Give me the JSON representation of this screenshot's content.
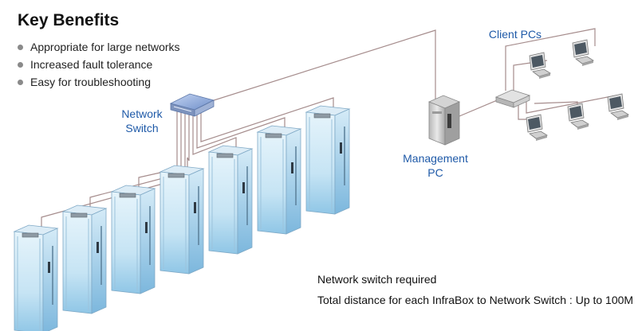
{
  "header": {
    "title": "Key Benefits",
    "benefits": [
      "Appropriate for large networks",
      "Increased fault tolerance",
      "Easy for troubleshooting"
    ]
  },
  "labels": {
    "network_switch_line1": "Network",
    "network_switch_line2": "Switch",
    "management_pc_line1": "Management",
    "management_pc_line2": "PC",
    "client_pcs": "Client PCs"
  },
  "notes": {
    "line1": "Network switch required",
    "line2": "Total distance for each InfraBox to Network Switch : Up to 100M"
  },
  "colors": {
    "cable": "#a58c8c",
    "label_blue": "#1f5aa8",
    "rack_glass": "#bfe0f3",
    "rack_edge": "#7fa9c6",
    "switch_blue": "#8aa6d8"
  },
  "counts": {
    "racks": 7,
    "client_pcs": 5
  }
}
